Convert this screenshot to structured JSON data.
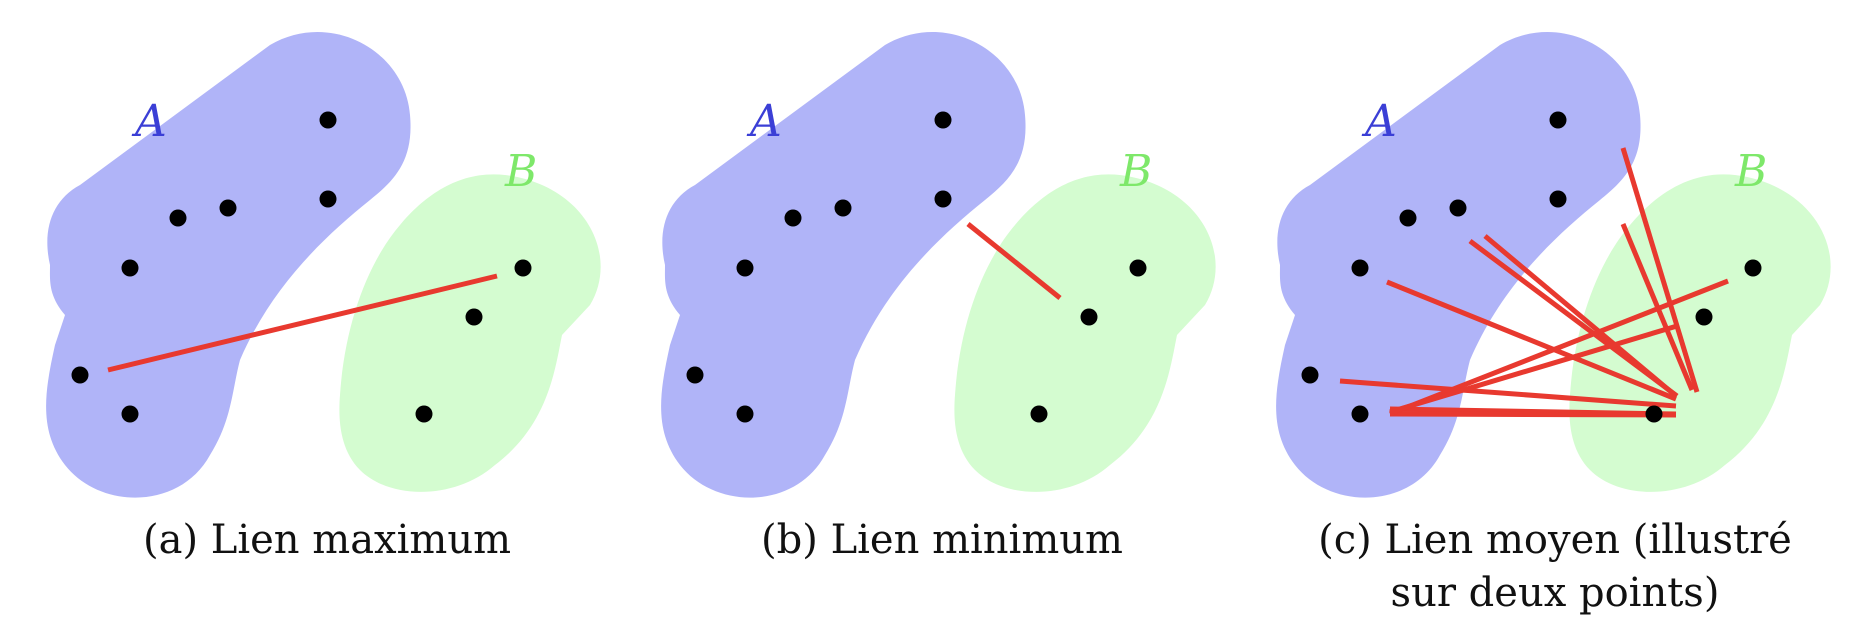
{
  "colors": {
    "cluster_a_fill": "#b0b4f8",
    "cluster_b_fill": "#d4fcd0",
    "label_a": "#3b3fd6",
    "label_b": "#7ee86a",
    "link": "#e8392f",
    "point": "#000000"
  },
  "panels": [
    {
      "id": "a",
      "label_a": "A",
      "label_b": "B",
      "caption_lines": [
        "(a) Lien maximum"
      ]
    },
    {
      "id": "b",
      "label_a": "A",
      "label_b": "B",
      "caption_lines": [
        "(b) Lien minimum"
      ]
    },
    {
      "id": "c",
      "label_a": "A",
      "label_b": "B",
      "caption_lines": [
        "(c) Lien moyen (illustré",
        "sur deux points)"
      ]
    }
  ]
}
